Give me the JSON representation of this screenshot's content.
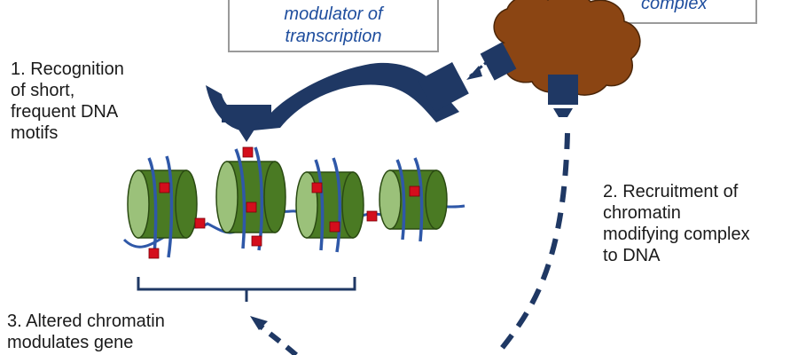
{
  "modulator_box": {
    "line1": "modulator of",
    "line2": "transcription"
  },
  "complex_box": {
    "text": "complex"
  },
  "steps": [
    {
      "lines": [
        "1. Recognition",
        "of short,",
        "frequent DNA",
        "motifs"
      ]
    },
    {
      "lines": [
        "2. Recruitment of",
        "chromatin",
        "modifying complex",
        "to DNA"
      ]
    },
    {
      "lines": [
        "3. Altered chromatin",
        "modulates gene"
      ]
    }
  ],
  "colors": {
    "protein_navy": "#1f3864",
    "complex_brown": "#8b4513",
    "nucleosome_dark": "#4a7a23",
    "nucleosome_light": "#9bc17a",
    "dna_blue": "#2f58a8",
    "motif_red": "#d40e1c",
    "box_border": "#9a9a9a",
    "text_blue": "#1f4e9e"
  }
}
